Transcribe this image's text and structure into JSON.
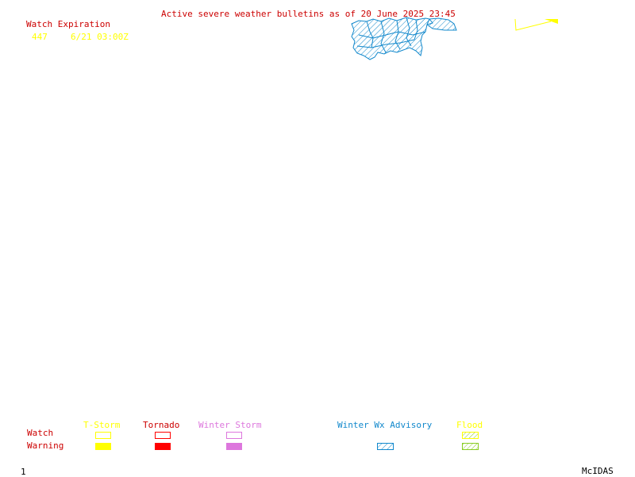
{
  "title": "Active severe weather bulletins as of 20 June 2025 23:45",
  "watch_header": "Watch Expiration",
  "watches": [
    {
      "number": "447",
      "expiration": "6/21 03:00Z"
    }
  ],
  "legend": {
    "row_watch": "Watch",
    "row_warning": "Warning",
    "categories": [
      {
        "label": "T-Storm",
        "color": "#ffff00"
      },
      {
        "label": "Tornado",
        "color": "#ff0000"
      },
      {
        "label": "Winter Storm",
        "color": "#dd77dd"
      },
      {
        "label": "Winter Wx Advisory",
        "color": "#1188cc"
      },
      {
        "label": "Flood",
        "color": "#88cc22"
      }
    ]
  },
  "frame_number": "1",
  "footer_brand": "McIDAS",
  "colors": {
    "title": "#cc0000",
    "watch_text": "#ffff00",
    "advisory_area": "#1188cc",
    "wind_barb": "#ffff00"
  }
}
